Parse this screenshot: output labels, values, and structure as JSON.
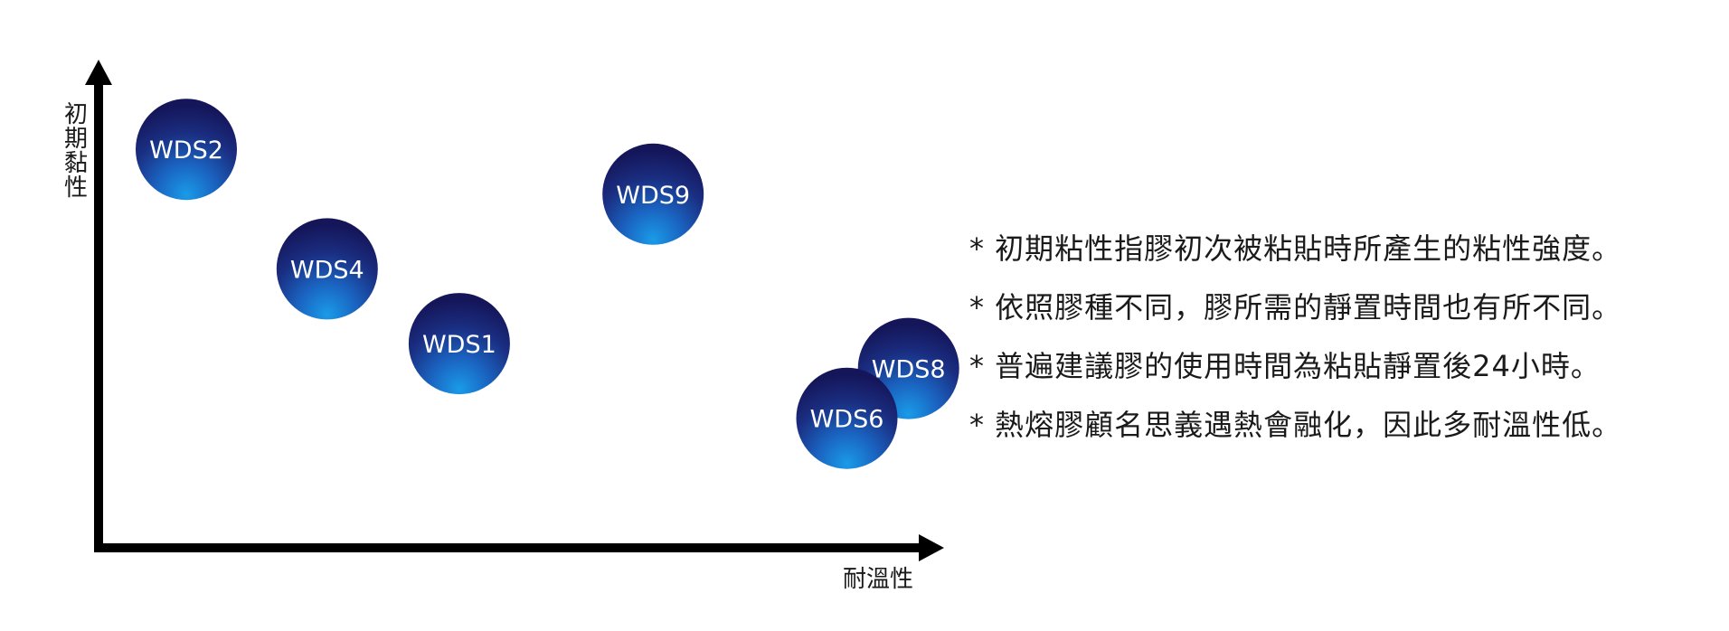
{
  "chart_data": {
    "type": "scatter",
    "title": "",
    "xlabel": "耐溫性",
    "ylabel": "初期黏性",
    "grid": false,
    "points": [
      {
        "label": "WDS2",
        "x": 1.0,
        "y": 8.0
      },
      {
        "label": "WDS4",
        "x": 2.6,
        "y": 5.6
      },
      {
        "label": "WDS1",
        "x": 4.1,
        "y": 4.1
      },
      {
        "label": "WDS9",
        "x": 6.3,
        "y": 7.1
      },
      {
        "label": "WDS8",
        "x": 9.2,
        "y": 3.6
      },
      {
        "label": "WDS6",
        "x": 8.5,
        "y": 2.6
      }
    ],
    "colors": {
      "bubble_dark": "#16185e",
      "bubble_mid": "#1c3f95",
      "bubble_light": "#1a8fe0",
      "axis": "#000000"
    }
  },
  "notes": [
    "* 初期粘性指膠初次被粘貼時所產生的粘性強度。",
    "* 依照膠種不同，膠所需的靜置時間也有所不同。",
    "* 普遍建議膠的使用時間為粘貼靜置後24小時。",
    "* 熱熔膠顧名思義遇熱會融化，因此多耐溫性低。"
  ]
}
